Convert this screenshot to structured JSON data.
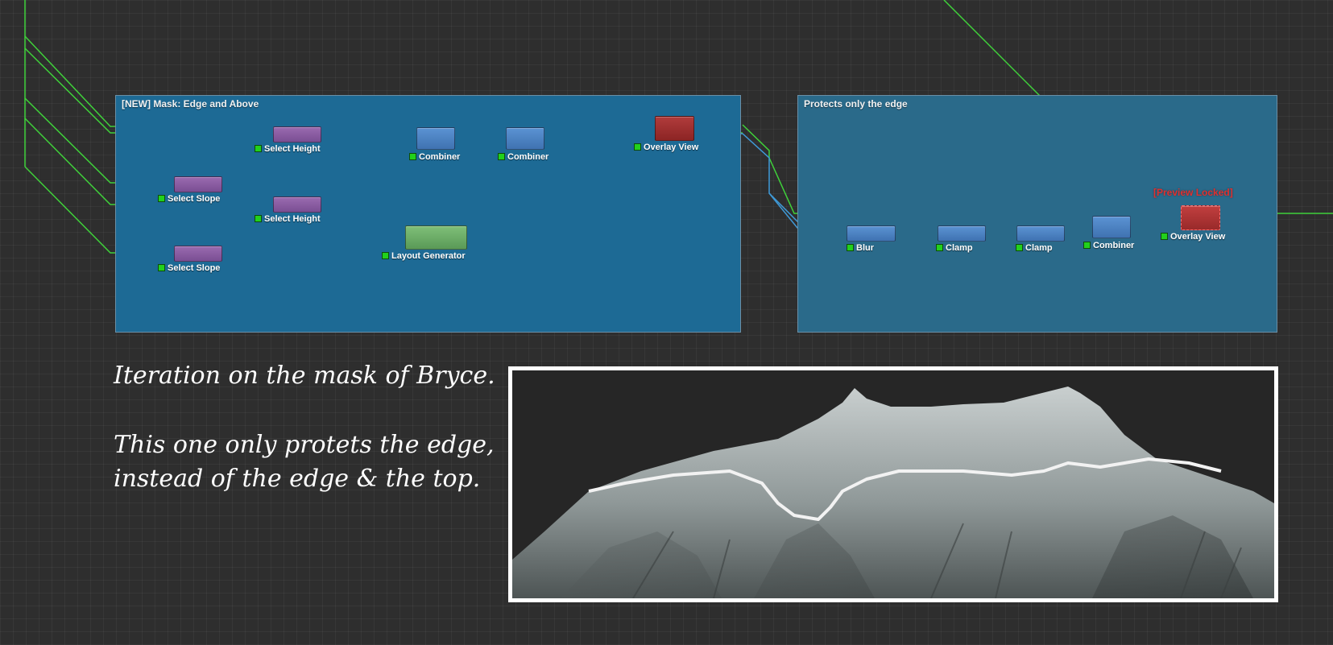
{
  "groups": {
    "mask": {
      "title": "[NEW] Mask: Edge and Above"
    },
    "edge": {
      "title": "Protects only the edge"
    }
  },
  "nodes": {
    "select_height_1": "Select Height",
    "select_slope_1": "Select Slope",
    "select_height_2": "Select Height",
    "select_slope_2": "Select Slope",
    "combiner_1": "Combiner",
    "combiner_2": "Combiner",
    "layout_generator": "Layout Generator",
    "overlay_view_1": "Overlay View",
    "blur": "Blur",
    "clamp_1": "Clamp",
    "clamp_2": "Clamp",
    "combiner_3": "Combiner",
    "overlay_view_2": "Overlay View"
  },
  "preview_locked": "[Preview Locked]",
  "caption": {
    "line1": "Iteration on the mask of Bryce.",
    "line2": "This one only protets the edge,",
    "line3": "instead of the edge & the top."
  },
  "colors": {
    "wire_green": "#3fd13a",
    "wire_blue": "#3f9ad8",
    "wire_white": "#e6e6e6",
    "group_mask_bg": "#1d6a95",
    "group_edge_bg": "#2a6a8a"
  }
}
